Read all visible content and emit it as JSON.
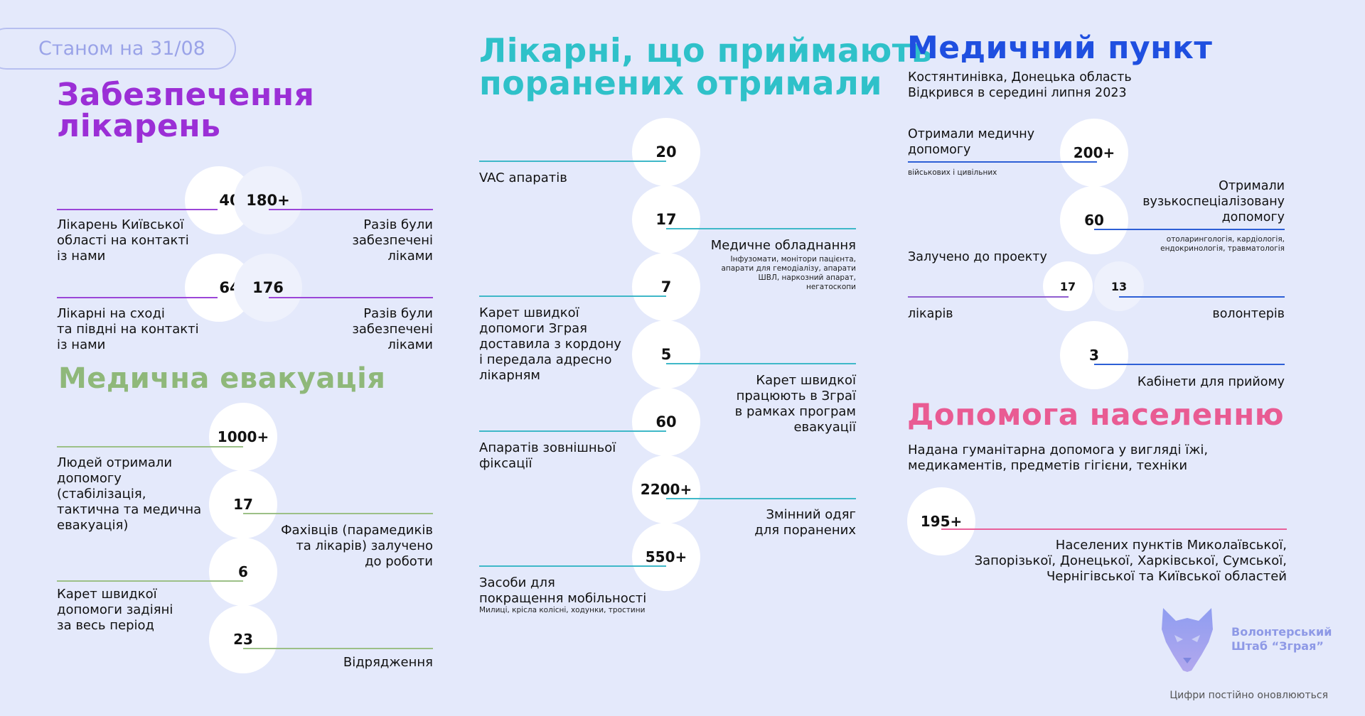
{
  "date_label": "Станом на 31/08",
  "colors": {
    "background": "#e4e9fb",
    "supply": "#9b2fd6",
    "evacuation": "#8fb87a",
    "hospitals": "#2fc1c9",
    "medpoint": "#1f4fe0",
    "aid": "#e95b93"
  },
  "supply": {
    "title_line1": "Забезпечення",
    "title_line2": "лікарень",
    "items": [
      {
        "left_value": "40",
        "right_value": "180+",
        "left_label": [
          "Лікарень Київської",
          "області на контакті",
          "із нами"
        ],
        "right_label": [
          "Разів були",
          "забезпечені",
          "ліками"
        ]
      },
      {
        "left_value": "64",
        "right_value": "176",
        "left_label": [
          "Лікарні на сході",
          "та півдні на контакті",
          "із нами"
        ],
        "right_label": [
          "Разів були",
          "забезпечені",
          "ліками"
        ]
      }
    ]
  },
  "evacuation": {
    "title": "Медична евакуація",
    "items": [
      {
        "value": "1000+",
        "label": [
          "Людей отримали",
          "допомогу",
          "(стабілізація,",
          "тактична та медична",
          "евакуація)"
        ]
      },
      {
        "value": "17",
        "label": [
          "Фахівців (парамедиків",
          "та лікарів) залучено",
          "до роботи"
        ]
      },
      {
        "value": "6",
        "label": [
          "Карет швидкої",
          "допомоги задіяні",
          "за весь період"
        ]
      },
      {
        "value": "23",
        "label": [
          "Відрядження"
        ]
      }
    ]
  },
  "hospitals": {
    "title_line1": "Лікарні, що приймають",
    "title_line2": "поранених отримали",
    "items": [
      {
        "value": "20",
        "label": [
          "VAC апаратів"
        ],
        "note": []
      },
      {
        "value": "17",
        "label": [
          "Медичне обладнання"
        ],
        "note": [
          "Інфузомати, монітори пацієнта,",
          "апарати для гемодіалізу, апарати",
          "ШВЛ, наркозний апарат,",
          "негатоскопи"
        ]
      },
      {
        "value": "7",
        "label": [
          "Карет швидкої",
          "допомоги Зграя",
          "доставила з кордону",
          "і передала адресно",
          "лікарням"
        ],
        "note": []
      },
      {
        "value": "5",
        "label": [
          "Карет швидкої",
          "працюють в Зграї",
          "в рамках програм",
          "евакуації"
        ],
        "note": []
      },
      {
        "value": "60",
        "label": [
          "Апаратів зовнішньої",
          "фіксації"
        ],
        "note": []
      },
      {
        "value": "2200+",
        "label": [
          "Змінний одяг",
          "для поранених"
        ],
        "note": []
      },
      {
        "value": "550+",
        "label": [
          "Засоби для",
          "покращення мобільності"
        ],
        "note": [
          "Милиці, крісла колісні, ходунки, тростини"
        ]
      }
    ]
  },
  "medpoint": {
    "title": "Медичний пункт",
    "subtitle_line1": "Костянтинівка, Донецька область",
    "subtitle_line2": "Відкрився в середині липня 2023",
    "items": [
      {
        "value": "200+",
        "label": [
          "Отримали медичну",
          "допомогу"
        ],
        "note": [
          "військових і цивільних"
        ]
      },
      {
        "value": "60",
        "label": [
          "Отримали",
          "вузькоспеціалізовану",
          "допомогу"
        ],
        "note": [
          "отоларингологія, кардіологія,",
          "ендокринологія, травматологія"
        ]
      },
      {
        "value": "3",
        "label": [
          "Кабінети для прийому"
        ],
        "note": []
      }
    ],
    "involved_label": "Залучено до проекту",
    "doctors_value": "17",
    "doctors_label": "лікарів",
    "volunteers_value": "13",
    "volunteers_label": "волонтерів"
  },
  "aid": {
    "title": "Допомога населенню",
    "description_line1": "Надана гуманітарна допомога у вигляді їжі,",
    "description_line2": "медикаментів, предметів гігієни, техніки",
    "value": "195+",
    "label": [
      "Населених пунктів Миколаївської,",
      "Запорізької, Донецької, Харківської, Сумської,",
      "Чернігівської та Київської областей"
    ]
  },
  "logo": {
    "icon": "wolf-icon",
    "line1": "Волонтерський",
    "line2": "Штаб “Зграя”"
  },
  "footer_note": "Цифри постійно оновлюються"
}
